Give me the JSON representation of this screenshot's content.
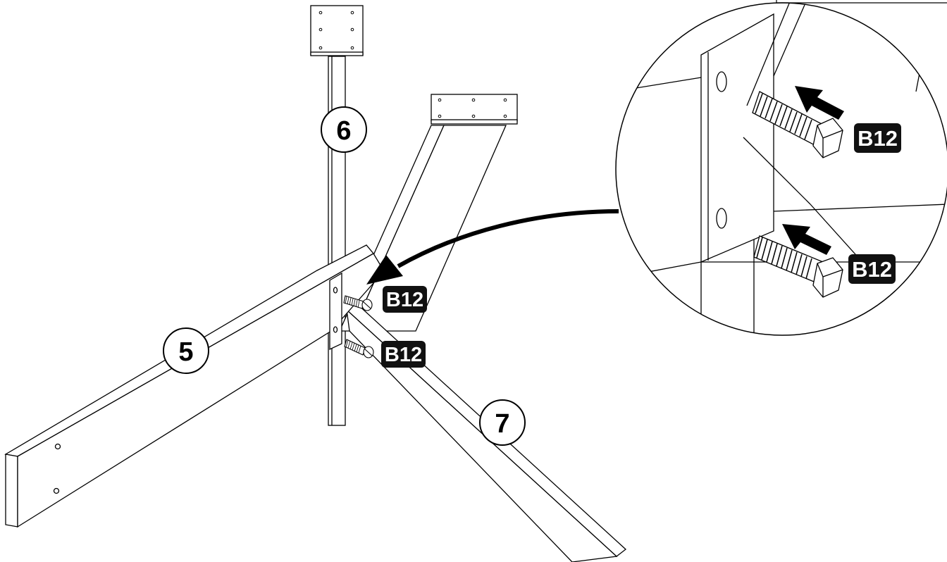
{
  "diagram": {
    "parts": [
      {
        "id": "part-5",
        "label": "5"
      },
      {
        "id": "part-6",
        "label": "6"
      },
      {
        "id": "part-7",
        "label": "7"
      }
    ],
    "hardware_tags": [
      {
        "id": "tag-upper",
        "label": "B12"
      },
      {
        "id": "tag-lower",
        "label": "B12"
      },
      {
        "id": "tag-detail-upper",
        "label": "B12"
      },
      {
        "id": "tag-detail-lower",
        "label": "B12"
      }
    ],
    "colors": {
      "line": "#000000",
      "background": "#ffffff",
      "tag_fill": "#111111",
      "tag_text": "#ffffff",
      "bolt_fill": "#e6e6e6"
    }
  }
}
